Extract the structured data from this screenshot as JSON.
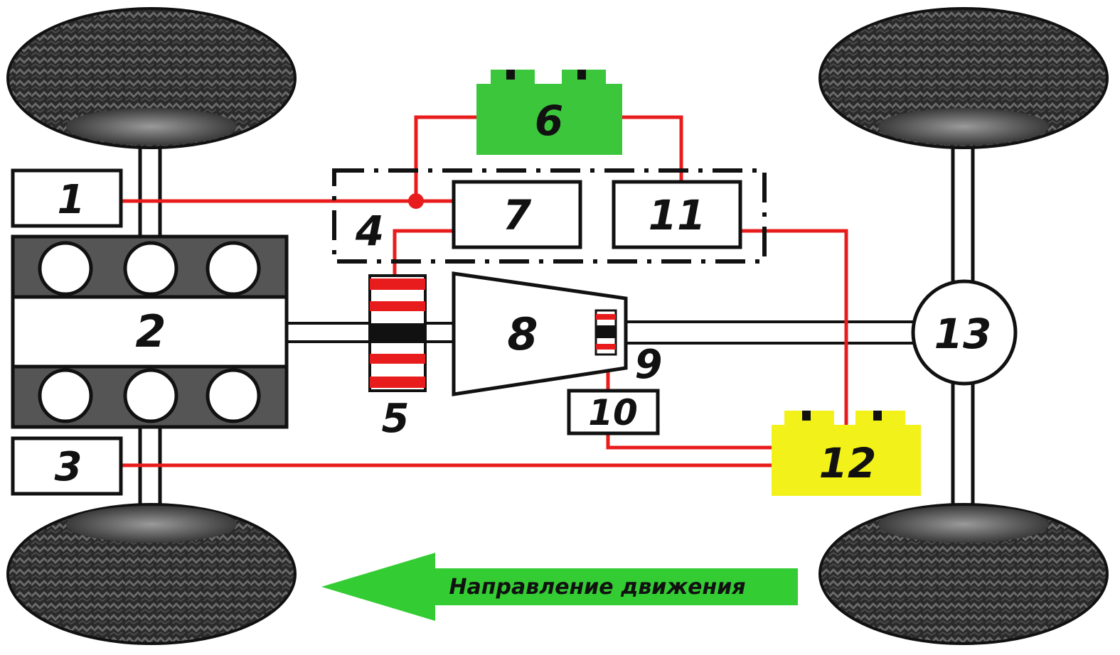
{
  "labels": {
    "1": "1",
    "2": "2",
    "3": "3",
    "4": "4",
    "5": "5",
    "6": "6",
    "7": "7",
    "8": "8",
    "9": "9",
    "10": "10",
    "11": "11",
    "12": "12",
    "13": "13"
  },
  "direction_label": "Направление движения",
  "colors": {
    "wire": "#e81c1c",
    "battery_green": "#3cc63c",
    "battery_yellow": "#f2f21a",
    "engine_dark": "#555555",
    "arrow_green": "#33cc33",
    "tire": "#2b2b2b"
  }
}
